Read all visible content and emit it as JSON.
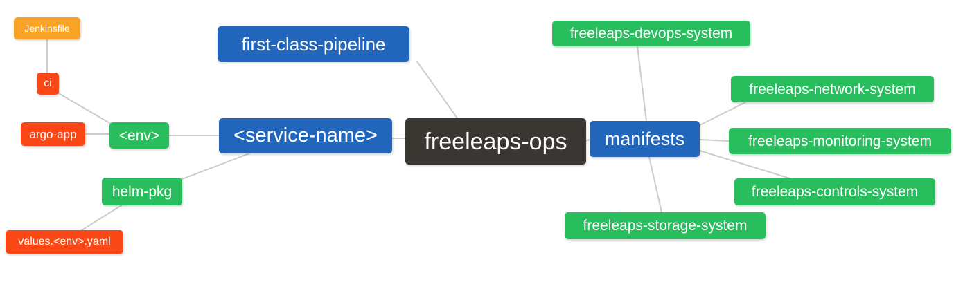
{
  "diagram": {
    "type": "mind-map",
    "root_label": "freeleaps-ops",
    "colors": {
      "blue": "#2266BC",
      "green": "#29BE5D",
      "red": "#F94715",
      "orange": "#F8A326",
      "dark": "#3A3632",
      "edge": "#CCCCCC",
      "text": "#FFFFFF",
      "background": "#FFFFFF"
    },
    "nodes": [
      {
        "id": "jenkinsfile",
        "label": "Jenkinsfile",
        "color": "#F8A326"
      },
      {
        "id": "ci",
        "label": "ci",
        "color": "#F94715"
      },
      {
        "id": "argo-app",
        "label": "argo-app",
        "color": "#F94715"
      },
      {
        "id": "env",
        "label": "<env>",
        "color": "#29BE5D"
      },
      {
        "id": "helm-pkg",
        "label": "helm-pkg",
        "color": "#29BE5D"
      },
      {
        "id": "values-env-yaml",
        "label": "values.<env>.yaml",
        "color": "#F94715"
      },
      {
        "id": "first-class-pipeline",
        "label": "first-class-pipeline",
        "color": "#2266BC"
      },
      {
        "id": "service-name",
        "label": "<service-name>",
        "color": "#2266BC"
      },
      {
        "id": "freeleaps-ops",
        "label": "freeleaps-ops",
        "color": "#3A3632"
      },
      {
        "id": "manifests",
        "label": "manifests",
        "color": "#2266BC"
      },
      {
        "id": "freeleaps-devops-system",
        "label": "freeleaps-devops-system",
        "color": "#29BE5D"
      },
      {
        "id": "freeleaps-network-system",
        "label": "freeleaps-network-system",
        "color": "#29BE5D"
      },
      {
        "id": "freeleaps-monitoring-system",
        "label": "freeleaps-monitoring-system",
        "color": "#29BE5D"
      },
      {
        "id": "freeleaps-controls-system",
        "label": "freeleaps-controls-system",
        "color": "#29BE5D"
      },
      {
        "id": "freeleaps-storage-system",
        "label": "freeleaps-storage-system",
        "color": "#29BE5D"
      }
    ],
    "edges": [
      {
        "from": "jenkinsfile",
        "to": "ci"
      },
      {
        "from": "ci",
        "to": "env"
      },
      {
        "from": "argo-app",
        "to": "env"
      },
      {
        "from": "env",
        "to": "service-name"
      },
      {
        "from": "helm-pkg",
        "to": "service-name"
      },
      {
        "from": "values-env-yaml",
        "to": "helm-pkg"
      },
      {
        "from": "service-name",
        "to": "freeleaps-ops"
      },
      {
        "from": "first-class-pipeline",
        "to": "freeleaps-ops"
      },
      {
        "from": "freeleaps-ops",
        "to": "manifests"
      },
      {
        "from": "manifests",
        "to": "freeleaps-devops-system"
      },
      {
        "from": "manifests",
        "to": "freeleaps-network-system"
      },
      {
        "from": "manifests",
        "to": "freeleaps-monitoring-system"
      },
      {
        "from": "manifests",
        "to": "freeleaps-controls-system"
      },
      {
        "from": "manifests",
        "to": "freeleaps-storage-system"
      }
    ]
  }
}
